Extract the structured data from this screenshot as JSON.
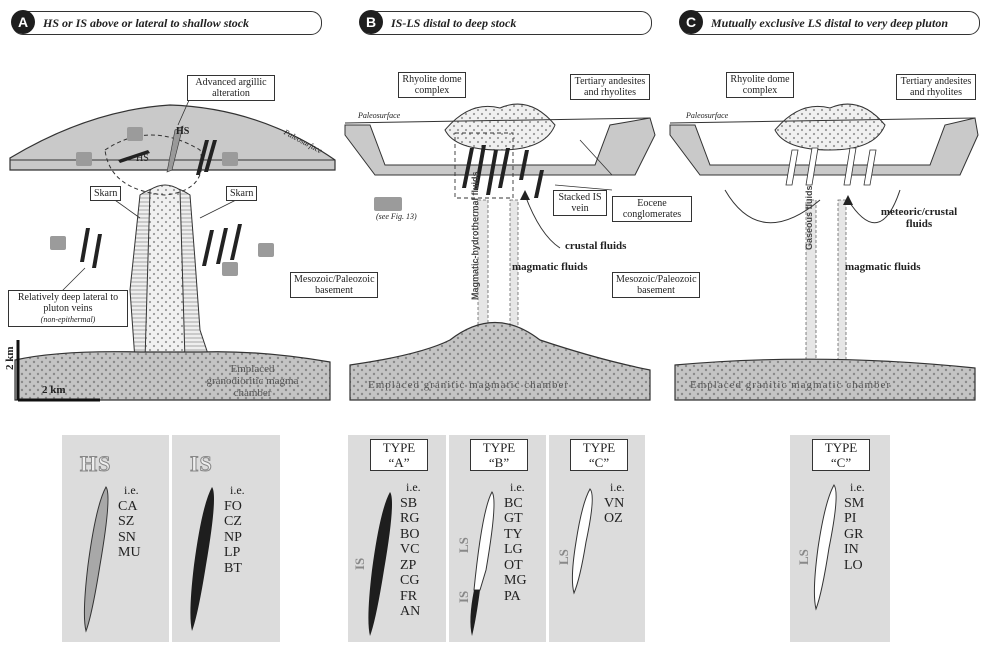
{
  "panels": [
    {
      "letter": "A",
      "title": "HS or IS above or lateral to shallow stock"
    },
    {
      "letter": "B",
      "title": "IS-LS distal to deep stock"
    },
    {
      "letter": "C",
      "title": "Mutually exclusive LS distal to very deep pluton"
    }
  ],
  "panel_a": {
    "advanced_argillic": "Advanced argillic alteration",
    "skarn_left": "Skarn",
    "skarn_right": "Skarn",
    "hs_label": "HS",
    "hs_label2": "HS",
    "paleosurface": "Paleosurface",
    "deep_veins": "Relatively deep lateral to pluton veins",
    "deep_veins_sub": "(non-epithermal)",
    "chamber": "Emplaced granodioritic magma chamber",
    "scale_vertical": "2 km",
    "scale_horizontal": "2 km"
  },
  "panel_b": {
    "rhyolite": "Rhyolite dome complex",
    "andesites": "Tertiary andesites and rhyolites",
    "paleosurface": "Paleosurface",
    "see_fig": "(see Fig. 13)",
    "stacked": "Stacked IS vein",
    "eocene": "Eocene conglomerates",
    "crustal": "crustal fluids",
    "magmatic": "magmatic fluids",
    "basement": "Mesozoic/Paleozoic basement",
    "hydrothermal": "Magmatic-hydrothermal fluids",
    "chamber": "Emplaced granitic magmatic chamber"
  },
  "panel_c": {
    "rhyolite": "Rhyolite dome complex",
    "andesites": "Tertiary andesites and rhyolites",
    "paleosurface": "Paleosurface",
    "meteoric": "meteoric/crustal fluids",
    "magmatic": "magmatic fluids",
    "basement": "Mesozoic/Paleozoic basement",
    "gaseous": "Gaseous fluids",
    "chamber": "Emplaced granitic magmatic chamber"
  },
  "legend": {
    "hs": {
      "label": "HS",
      "ie": "i.e.",
      "items": [
        "CA",
        "SZ",
        "SN",
        "MU"
      ]
    },
    "is": {
      "label": "IS",
      "ie": "i.e.",
      "items": [
        "FO",
        "CZ",
        "NP",
        "LP",
        "BT"
      ]
    },
    "type_a": {
      "type": "TYPE",
      "name": "“A”",
      "side": "IS",
      "ie": "i.e.",
      "items": [
        "SB",
        "RG",
        "BO",
        "VC",
        "ZP",
        "CG",
        "FR",
        "AN"
      ]
    },
    "type_b": {
      "type": "TYPE",
      "name": "“B”",
      "side_top": "LS",
      "side_bottom": "IS",
      "ie": "i.e.",
      "items": [
        "BC",
        "GT",
        "TY",
        "LG",
        "OT",
        "MG",
        "PA"
      ]
    },
    "type_c1": {
      "type": "TYPE",
      "name": "“C”",
      "side": "LS",
      "ie": "i.e.",
      "items": [
        "VN",
        "OZ"
      ]
    },
    "type_c2": {
      "type": "TYPE",
      "name": "“C”",
      "side": "LS",
      "ie": "i.e.",
      "items": [
        "SM",
        "PI",
        "GR",
        "IN",
        "LO"
      ]
    }
  },
  "colors": {
    "fill_gray": "#c8c8c8",
    "card_gray": "#dcdcdc",
    "vein_dark": "#1e1e1e"
  }
}
